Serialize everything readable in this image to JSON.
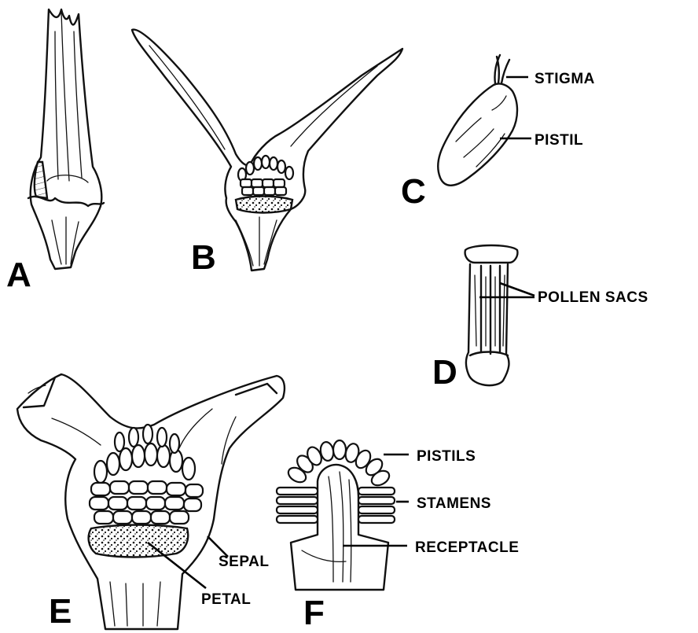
{
  "panels": {
    "a": {
      "letter": "A"
    },
    "b": {
      "letter": "B"
    },
    "c": {
      "letter": "C",
      "labels": {
        "stigma": "STIGMA",
        "pistil": "PISTIL"
      }
    },
    "d": {
      "letter": "D",
      "labels": {
        "pollen_sacs": "POLLEN SACS"
      }
    },
    "e": {
      "letter": "E",
      "labels": {
        "sepal": "SEPAL",
        "petal": "PETAL"
      }
    },
    "f": {
      "letter": "F",
      "labels": {
        "pistils": "PISTILS",
        "stamens": "STAMENS",
        "receptacle": "RECEPTACLE"
      }
    }
  }
}
